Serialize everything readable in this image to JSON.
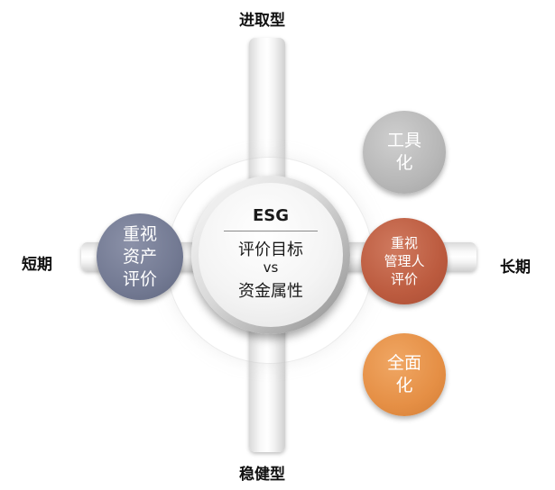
{
  "axes": {
    "top": "进取型",
    "bottom": "稳健型",
    "left": "短期",
    "right": "长期"
  },
  "center": {
    "title": "ESG",
    "line1": "评价目标",
    "line2": "vs",
    "line3": "资金属性"
  },
  "circles": {
    "asset": {
      "lines": [
        "重视",
        "资产",
        "评价"
      ],
      "color": "#737a93"
    },
    "tool": {
      "lines": [
        "工具",
        "化"
      ],
      "color": "#b7b7b7"
    },
    "manager": {
      "lines": [
        "重视",
        "管理人",
        "评价"
      ],
      "color": "#bc5b3f"
    },
    "full": {
      "lines": [
        "全面",
        "化"
      ],
      "color": "#e58f45"
    }
  }
}
